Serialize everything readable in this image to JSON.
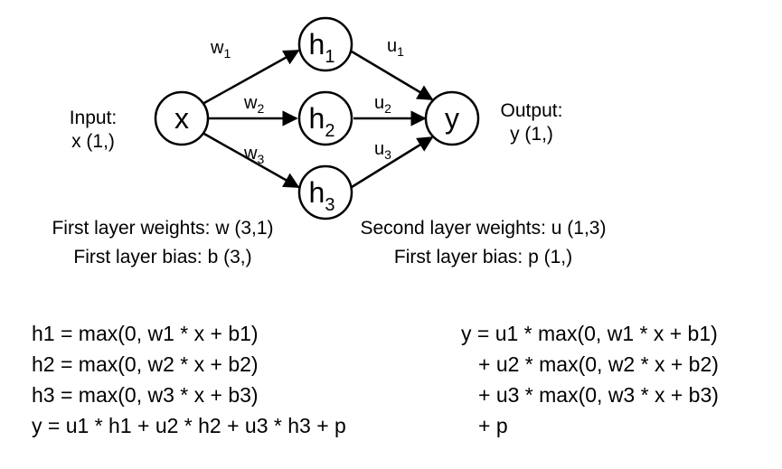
{
  "diagram": {
    "input_label": "Input:",
    "input_shape": "x (1,)",
    "output_label": "Output:",
    "output_shape": "y (1,)",
    "nodes": {
      "x": "x",
      "h1": "h",
      "h1_sub": "1",
      "h2": "h",
      "h2_sub": "2",
      "h3": "h",
      "h3_sub": "3",
      "y": "y"
    },
    "edges": {
      "w1": "w",
      "w1_sub": "1",
      "w2": "w",
      "w2_sub": "2",
      "w3": "w",
      "w3_sub": "3",
      "u1": "u",
      "u1_sub": "1",
      "u2": "u",
      "u2_sub": "2",
      "u3": "u",
      "u3_sub": "3"
    },
    "first_layer_weights": "First layer weights: w (3,1)",
    "first_layer_bias": "First layer bias: b (3,)",
    "second_layer_weights": "Second layer weights: u (1,3)",
    "second_layer_bias": "First layer bias: p (1,)"
  },
  "equations_left": [
    "h1 = max(0, w1 * x + b1)",
    "h2 = max(0, w2 * x + b2)",
    "h3 = max(0, w3 * x + b3)",
    "y = u1 * h1 + u2 * h2 + u3 * h3 + p"
  ],
  "equations_right": [
    "y = u1 * max(0, w1 * x + b1)",
    "+ u2 * max(0, w2 * x + b2)",
    "+ u3 * max(0, w3 * x + b3)",
    "+ p"
  ]
}
